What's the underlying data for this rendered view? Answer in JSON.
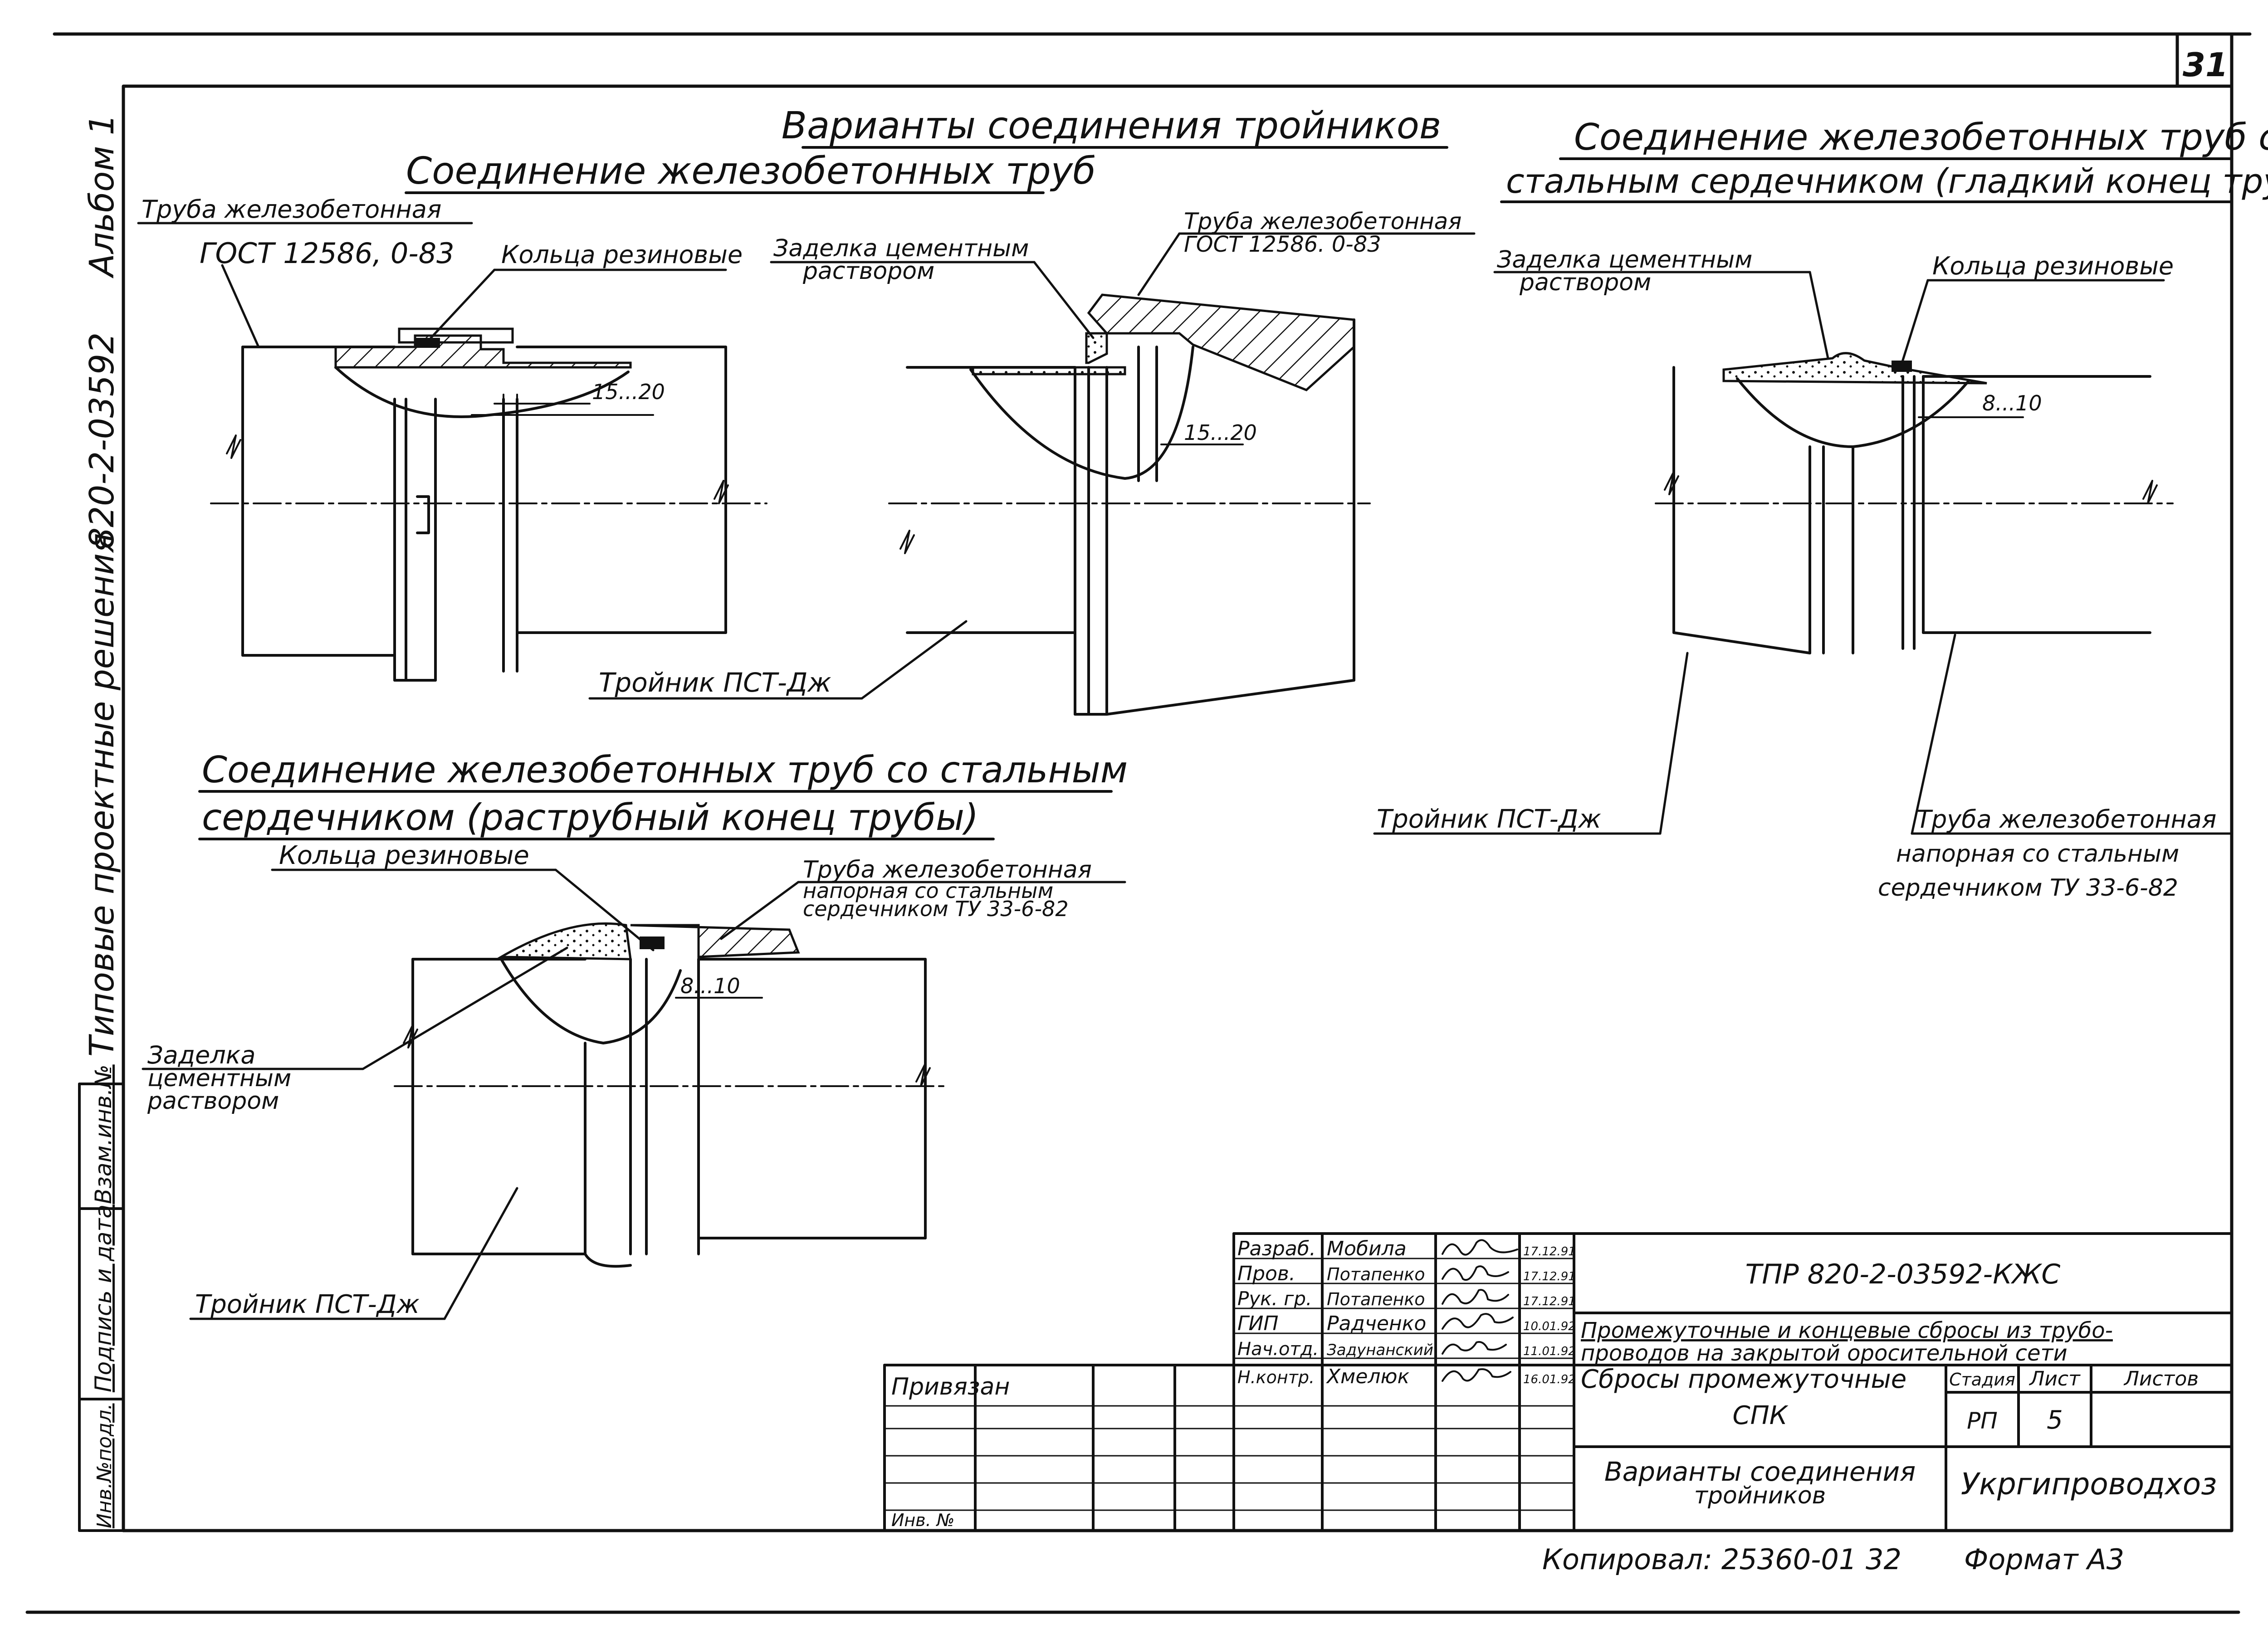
{
  "sheet": {
    "page_number": "31",
    "side_strip": {
      "album": "Альбом 1",
      "code": "820-2-03592",
      "series": "Типовые проектные решения"
    },
    "stamp_cells": [
      "Инв.№подл.",
      "Подпись и дата",
      "Взам.инв.№"
    ]
  },
  "title": "Варианты соединения тройников",
  "panels": {
    "p1": {
      "title": "Соединение железобетонных труб",
      "labels": {
        "pipe": "Труба железобетонная",
        "gost": "ГОСТ 12586, 0-83",
        "ring": "Кольца резиновые",
        "dim": "15...20",
        "tee": "Тройник ПСТ-Дж"
      }
    },
    "p2": {
      "labels": {
        "seal_1": "Заделка цементным",
        "seal_2": "раствором",
        "pipe": "Труба железобетонная",
        "gost": "ГОСТ 12586. 0-83",
        "dim": "15...20"
      }
    },
    "p3": {
      "title_1": "Соединение железобетонных труб со",
      "title_2": "стальным сердечником (гладкий конец трубы)",
      "labels": {
        "seal_1": "Заделка цементным",
        "seal_2": "раствором",
        "ring": "Кольца резиновые",
        "dim": "8...10",
        "tee": "Тройник ПСТ-Дж",
        "pipe_1": "Труба железобетонная",
        "pipe_2": "напорная со стальным",
        "pipe_3": "сердечником ТУ 33-6-82"
      }
    },
    "p4": {
      "title_1": "Соединение железобетонных труб со стальным",
      "title_2": "сердечником (раструбный конец трубы)",
      "labels": {
        "ring": "Кольца резиновые",
        "pipe_1": "Труба железобетонная",
        "pipe_2": "напорная со стальным",
        "pipe_3": "сердечником ТУ 33-6-82",
        "dim": "8...10",
        "seal_1": "Заделка",
        "seal_2": "цементным",
        "seal_3": "раствором",
        "tee": "Тройник ПСТ-Дж"
      }
    }
  },
  "title_block": {
    "rows": [
      {
        "role": "Разраб.",
        "name": "Мобила",
        "date": "17.12.91"
      },
      {
        "role": "Пров.",
        "name": "Потапенко",
        "date": "17.12.91"
      },
      {
        "role": "Рук. гр.",
        "name": "Потапенко",
        "date": "17.12.91"
      },
      {
        "role": "ГИП",
        "name": "Радченко",
        "date": "10.01.92"
      },
      {
        "role": "Нач.отд.",
        "name": "Задунанский",
        "date": "11.01.92"
      },
      {
        "role": "Н.контр.",
        "name": "Хмелюк",
        "date": "16.01.92"
      }
    ],
    "doc_code": "ТПР 820-2-03592-КЖС",
    "project_1": "Промежуточные и концевые сбросы из трубо-",
    "project_2": "проводов на закрытой оросительной сети",
    "section_1": "Сбросы промежуточные",
    "section_2": "СПК",
    "stage_header": "Стадия",
    "sheet_header": "Лист",
    "sheets_header": "Листов",
    "stage": "РП",
    "sheet_no": "5",
    "sheets_total": "",
    "drawing_1": "Варианты соединения",
    "drawing_2": "тройников",
    "org": "Укргипроводхоз",
    "privyazan": "Привязан",
    "inv_no": "Инв. №"
  },
  "footer": {
    "copied": "Копировал: 25360-01   32",
    "format": "Формат А3"
  }
}
